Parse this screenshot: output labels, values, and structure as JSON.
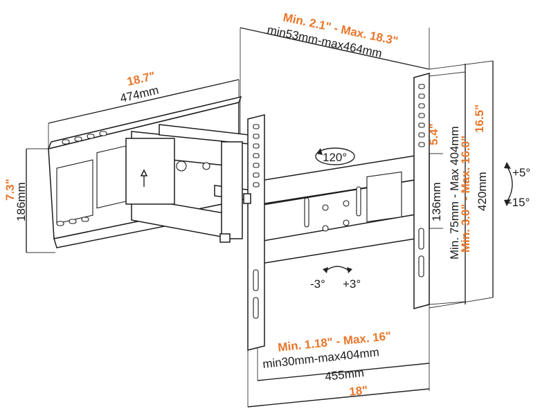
{
  "top_arm": {
    "imperial": "Min. 2.1\" - Max. 18.3\"",
    "metric": "min53mm-max464mm"
  },
  "wall_plate_width": {
    "imperial": "18.7\"",
    "metric": "474mm"
  },
  "wall_plate_height": {
    "imperial": "7.3\"",
    "metric": "186mm"
  },
  "rotation": {
    "swivel": "120°",
    "tilt_up": "+5°",
    "tilt_down": "-15°",
    "level_minus": "-3°",
    "level_plus": "+3°"
  },
  "vesa_vertical": {
    "imperial_small": "5.4\"",
    "metric_small": "136mm",
    "imperial_range": "Min. 3.0\" - Max. 16.0\"",
    "metric_range": "Min. 75mm - Max 404mm"
  },
  "bracket_height": {
    "imperial": "16.5\"",
    "metric": "420mm"
  },
  "vesa_horizontal": {
    "imperial": "Min. 1.18\" - Max. 16\"",
    "metric": "min30mm-max404mm"
  },
  "bracket_width": {
    "metric": "455mm",
    "imperial": "18\""
  },
  "colors": {
    "accent": "#e8762a",
    "line": "#1a1a1a"
  }
}
